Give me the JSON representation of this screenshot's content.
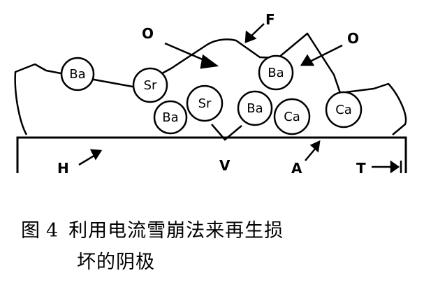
{
  "atoms": [
    {
      "label": "Ba"
    },
    {
      "label": "Sr"
    },
    {
      "label": "Ba"
    },
    {
      "label": "Sr"
    },
    {
      "label": "Ba"
    },
    {
      "label": "Ba"
    },
    {
      "label": "Ca"
    },
    {
      "label": "Ca"
    }
  ],
  "markers": {
    "o_left": "O",
    "f": "F",
    "o_right": "O",
    "h": "H",
    "v": "V",
    "a": "A",
    "t": "T"
  },
  "caption": {
    "prefix": "图",
    "number": "4",
    "line1": "利用电流雪崩法来再生损",
    "line2": "坏的阴极"
  }
}
